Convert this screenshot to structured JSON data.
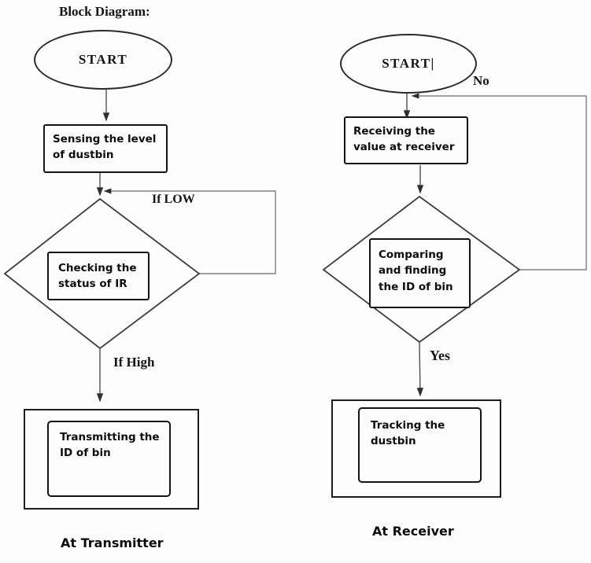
{
  "title": "Block Diagram:",
  "colors": {
    "background": "#fdfdfd",
    "shape_border": "#141414",
    "connector_line": "#4f4f4f",
    "loop_line": "#6a6a6a",
    "text": "#0d0d0d"
  },
  "transmitter": {
    "start_label": "START",
    "step1": "Sensing the level\nof dustbin",
    "decision": "Checking the\nstatus of IR",
    "loop_label": "If LOW",
    "branch_label": "If High",
    "step2": "Transmitting the\nID of bin",
    "caption": "At Transmitter"
  },
  "receiver": {
    "start_label": "START|",
    "step1": "Receiving the\nvalue at receiver",
    "decision": "Comparing\nand finding\nthe ID of bin",
    "loop_label": "No",
    "branch_label": "Yes",
    "step2": "Tracking the\ndustbin",
    "caption": "At Receiver"
  }
}
